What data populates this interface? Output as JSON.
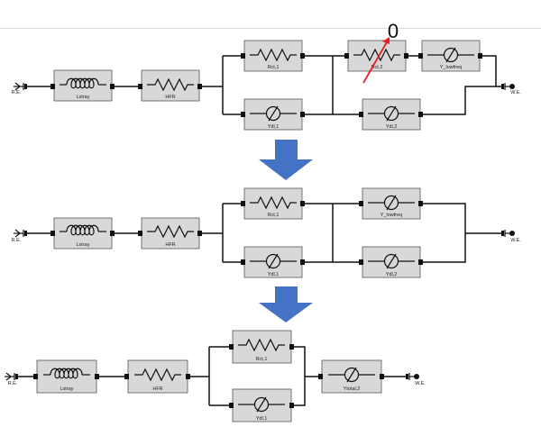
{
  "stage1": {
    "terminals": {
      "re": "R.E.",
      "we": "W.E."
    },
    "components": {
      "lstray": "Lstray",
      "hfr": "HFR",
      "rct1": "Rct,1",
      "rct2": "Rct,2",
      "ydl1": "Ydl,1",
      "ylowfreq": "Y_lowfreq",
      "ydl2": "Ydl,2"
    },
    "annotation": {
      "text": "0",
      "color": "#e8202a"
    }
  },
  "stage2": {
    "terminals": {
      "re": "R.E.",
      "we": "W.E."
    },
    "components": {
      "lstray": "Lstray",
      "hfr": "HFR",
      "rct1": "Rct,1",
      "ydl1": "Ydl,1",
      "ylowfreq": "Y_lowfreq",
      "ydl2": "Ydl,2"
    }
  },
  "stage3": {
    "terminals": {
      "re": "R.E.",
      "we": "W.E."
    },
    "components": {
      "lstray": "Lstray",
      "hfr": "HFR",
      "rct1": "Rct,1",
      "ydl1": "Ydl,1",
      "ytotal2": "Ytotal,2"
    }
  },
  "arrow_color": "#4472c4"
}
